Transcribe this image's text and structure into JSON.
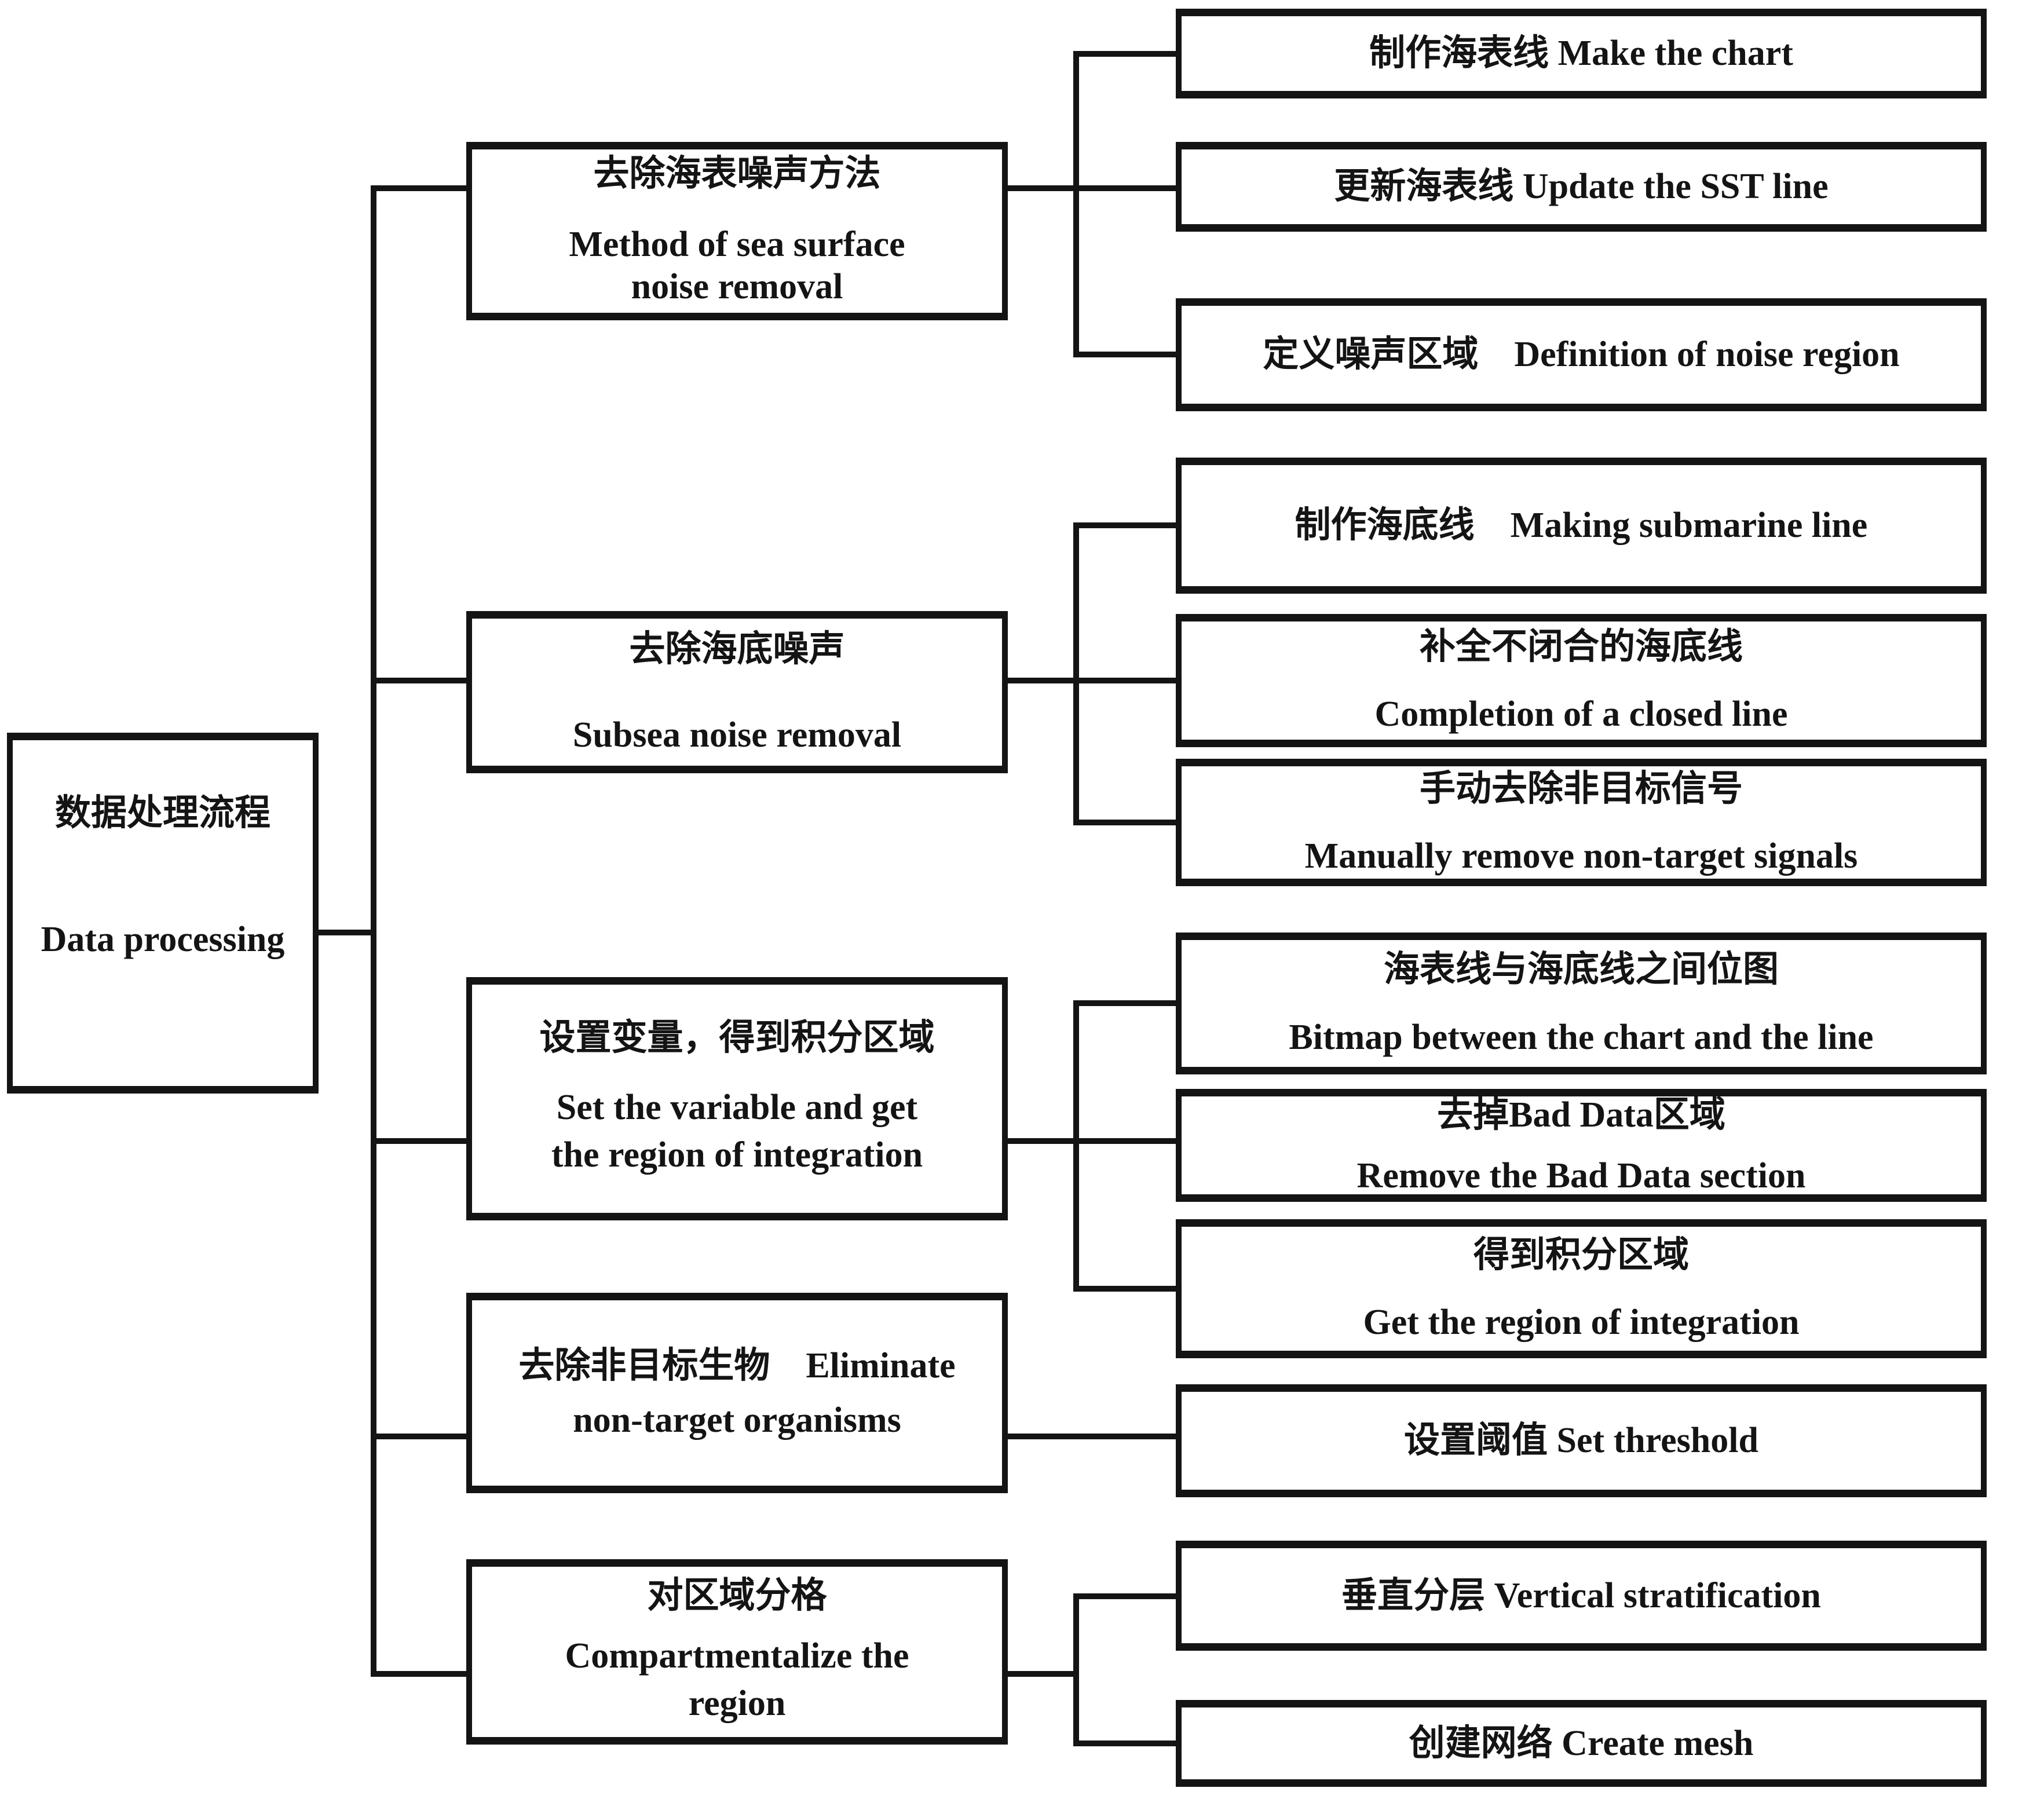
{
  "colors": {
    "ink": "#141414",
    "background": "#ffffff"
  },
  "diagram": {
    "root": {
      "lines": [
        "数据处理流程",
        "Data processing"
      ]
    },
    "branches": [
      {
        "node": {
          "zh": "去除海表噪声方法",
          "en": [
            "Method of sea surface",
            "noise removal"
          ]
        },
        "leaves": [
          {
            "lines": [
              "制作海表线 Make the chart"
            ]
          },
          {
            "lines": [
              "更新海表线 Update the SST line"
            ]
          },
          {
            "lines": [
              "定义噪声区域　Definition of noise region"
            ]
          }
        ]
      },
      {
        "node": {
          "zh": "去除海底噪声",
          "en": [
            "Subsea noise removal"
          ]
        },
        "leaves": [
          {
            "lines": [
              "制作海底线　Making submarine line"
            ]
          },
          {
            "lines": [
              "补全不闭合的海底线",
              "Completion of a closed line"
            ]
          },
          {
            "lines": [
              "手动去除非目标信号",
              "Manually remove non-target signals"
            ]
          }
        ]
      },
      {
        "node": {
          "zh": "设置变量，得到积分区域",
          "en": [
            "Set the variable and get",
            "the region of integration"
          ]
        },
        "leaves": [
          {
            "lines": [
              "海表线与海底线之间位图",
              "Bitmap between the chart and the line"
            ]
          },
          {
            "lines": [
              "去掉Bad Data区域",
              "Remove the Bad Data section"
            ]
          },
          {
            "lines": [
              "得到积分区域",
              "Get the region of integration"
            ]
          }
        ]
      },
      {
        "node": {
          "zh": "去除非目标生物　Eliminate",
          "en": [
            "non-target organisms"
          ]
        },
        "leaves": [
          {
            "lines": [
              "设置阈值 Set threshold"
            ]
          }
        ]
      },
      {
        "node": {
          "zh": "对区域分格",
          "en": [
            "Compartmentalize the",
            "region"
          ]
        },
        "leaves": [
          {
            "lines": [
              "垂直分层 Vertical stratification"
            ]
          },
          {
            "lines": [
              "创建网络 Create mesh"
            ]
          }
        ]
      }
    ]
  }
}
